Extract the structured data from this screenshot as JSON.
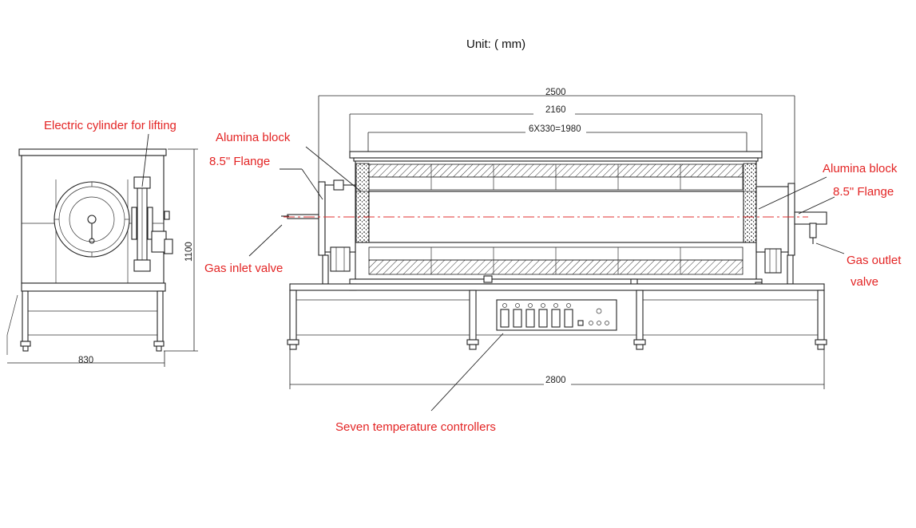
{
  "unit_label": "Unit: ( mm)",
  "dimensions": {
    "side_width": "830",
    "side_height": "1100",
    "overall_length": "2500",
    "tube_span": "2160",
    "heating_zones": "6X330=1980",
    "frame_length": "2800"
  },
  "labels": {
    "electric_cylinder": "Electric cylinder for lifting",
    "alumina_block_left": "Alumina block",
    "flange_left": "8.5\" Flange",
    "gas_inlet": "Gas inlet valve",
    "alumina_block_right": "Alumina block",
    "flange_right": "8.5\" Flange",
    "gas_outlet_line1": "Gas outlet",
    "gas_outlet_line2": "valve",
    "controllers": "Seven temperature controllers"
  },
  "colors": {
    "label_red": "#e32424",
    "centerline_red": "#e03030",
    "drawing_black": "#222222"
  }
}
